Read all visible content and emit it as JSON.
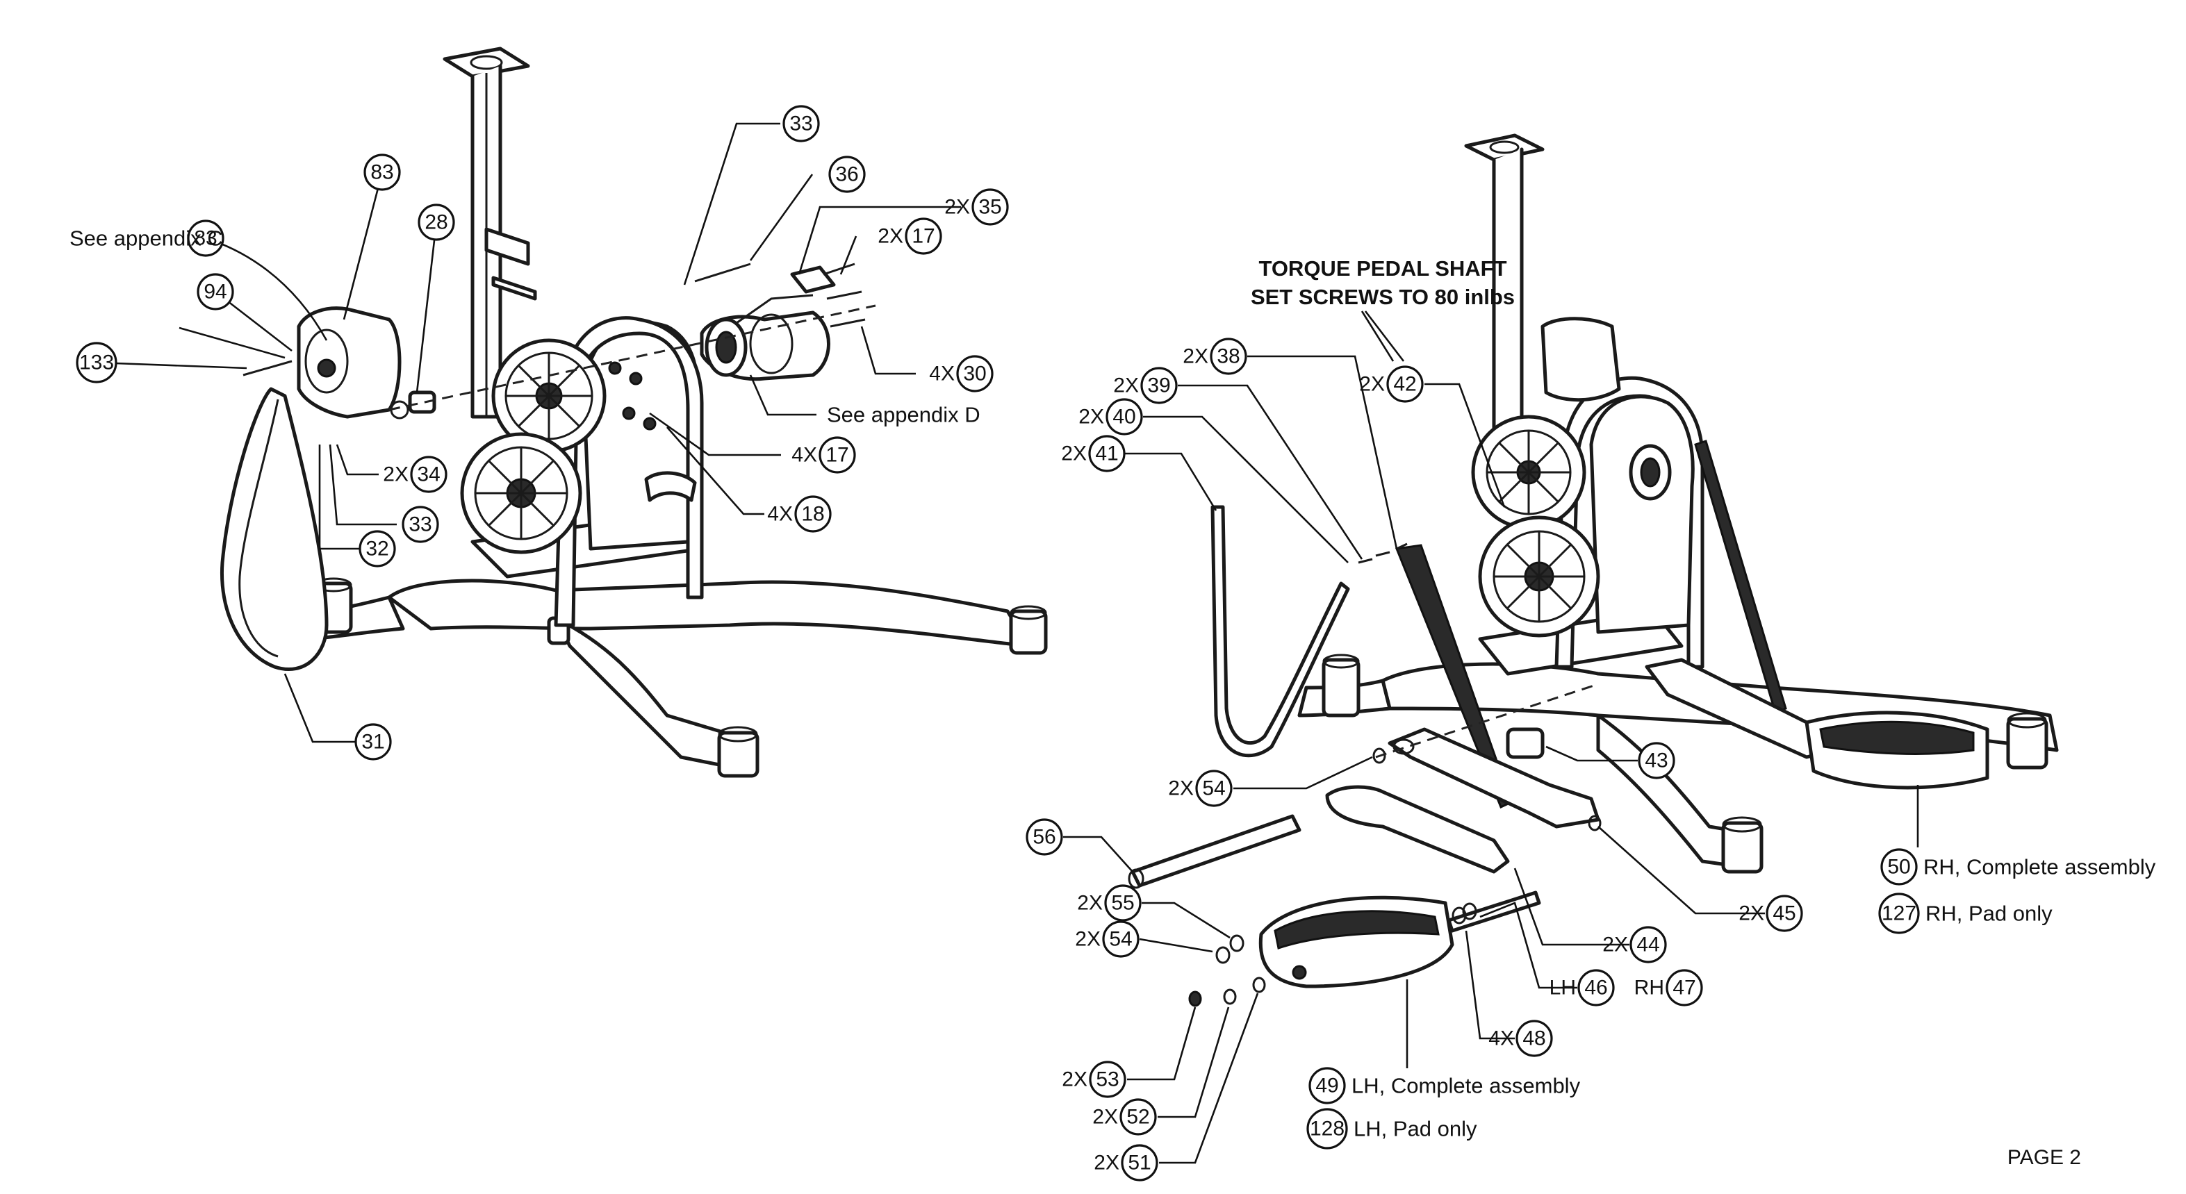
{
  "notes": {
    "appendix_c": "See appendix C",
    "appendix_d": "See appendix D",
    "torque_line1": "TORQUE PEDAL SHAFT",
    "torque_line2": "SET SCREWS TO 80 inlbs"
  },
  "page_label": "PAGE 2",
  "callouts": [
    {
      "id": "c83a",
      "qty": "",
      "num": "83",
      "desc": ""
    },
    {
      "id": "c28",
      "qty": "",
      "num": "28",
      "desc": ""
    },
    {
      "id": "c83b",
      "qty": "",
      "num": "83",
      "desc": ""
    },
    {
      "id": "c94",
      "qty": "",
      "num": "94",
      "desc": ""
    },
    {
      "id": "c133",
      "qty": "",
      "num": "133",
      "desc": ""
    },
    {
      "id": "c34",
      "qty": "2X",
      "num": "34",
      "desc": ""
    },
    {
      "id": "c33b",
      "qty": "",
      "num": "33",
      "desc": ""
    },
    {
      "id": "c32",
      "qty": "",
      "num": "32",
      "desc": ""
    },
    {
      "id": "c31",
      "qty": "",
      "num": "31",
      "desc": ""
    },
    {
      "id": "c33a",
      "qty": "",
      "num": "33",
      "desc": ""
    },
    {
      "id": "c36",
      "qty": "",
      "num": "36",
      "desc": ""
    },
    {
      "id": "c35",
      "qty": "2X",
      "num": "35",
      "desc": ""
    },
    {
      "id": "c17a",
      "qty": "2X",
      "num": "17",
      "desc": ""
    },
    {
      "id": "c30",
      "qty": "4X",
      "num": "30",
      "desc": ""
    },
    {
      "id": "c17b",
      "qty": "4X",
      "num": "17",
      "desc": ""
    },
    {
      "id": "c18",
      "qty": "4X",
      "num": "18",
      "desc": ""
    },
    {
      "id": "c38",
      "qty": "2X",
      "num": "38",
      "desc": ""
    },
    {
      "id": "c39",
      "qty": "2X",
      "num": "39",
      "desc": ""
    },
    {
      "id": "c40",
      "qty": "2X",
      "num": "40",
      "desc": ""
    },
    {
      "id": "c41",
      "qty": "2X",
      "num": "41",
      "desc": ""
    },
    {
      "id": "c42",
      "qty": "2X",
      "num": "42",
      "desc": ""
    },
    {
      "id": "c54a",
      "qty": "2X",
      "num": "54",
      "desc": ""
    },
    {
      "id": "c43",
      "qty": "",
      "num": "43",
      "desc": ""
    },
    {
      "id": "c56",
      "qty": "",
      "num": "56",
      "desc": ""
    },
    {
      "id": "c45",
      "qty": "2X",
      "num": "45",
      "desc": ""
    },
    {
      "id": "c55",
      "qty": "2X",
      "num": "55",
      "desc": ""
    },
    {
      "id": "c54b",
      "qty": "2X",
      "num": "54",
      "desc": ""
    },
    {
      "id": "c44",
      "qty": "2X",
      "num": "44",
      "desc": ""
    },
    {
      "id": "c46",
      "qty": "LH",
      "num": "46",
      "desc": ""
    },
    {
      "id": "c47",
      "qty": "RH",
      "num": "47",
      "desc": ""
    },
    {
      "id": "c48",
      "qty": "4X",
      "num": "48",
      "desc": ""
    },
    {
      "id": "c53",
      "qty": "2X",
      "num": "53",
      "desc": ""
    },
    {
      "id": "c52",
      "qty": "2X",
      "num": "52",
      "desc": ""
    },
    {
      "id": "c51",
      "qty": "2X",
      "num": "51",
      "desc": ""
    },
    {
      "id": "c50",
      "qty": "",
      "num": "50",
      "desc": "RH, Complete assembly"
    },
    {
      "id": "c127",
      "qty": "",
      "num": "127",
      "desc": "RH, Pad only"
    },
    {
      "id": "c49",
      "qty": "",
      "num": "49",
      "desc": "LH, Complete assembly"
    },
    {
      "id": "c128",
      "qty": "",
      "num": "128",
      "desc": "LH, Pad only"
    }
  ]
}
